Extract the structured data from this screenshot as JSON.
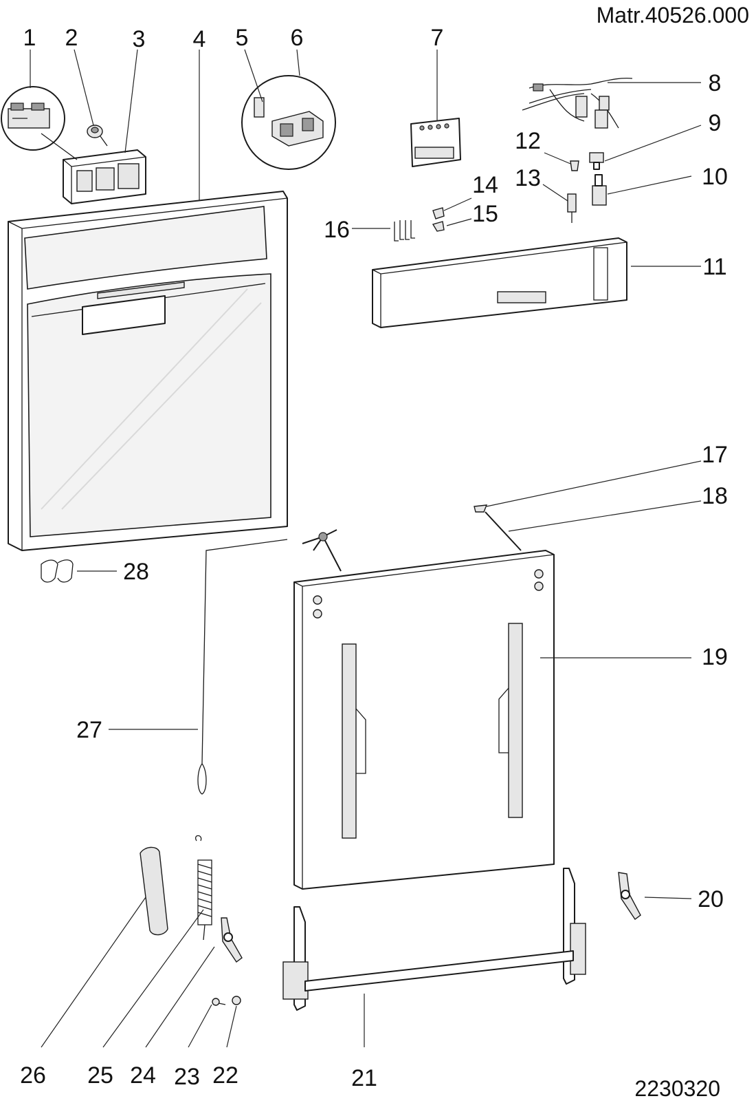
{
  "material_code": "Matr.40526.000",
  "drawing_number": "2230320",
  "labels": [
    "1",
    "2",
    "3",
    "4",
    "5",
    "6",
    "7",
    "8",
    "9",
    "10",
    "11",
    "12",
    "13",
    "14",
    "15",
    "16",
    "17",
    "18",
    "19",
    "20",
    "21",
    "22",
    "23",
    "24",
    "25",
    "26",
    "27",
    "28"
  ]
}
